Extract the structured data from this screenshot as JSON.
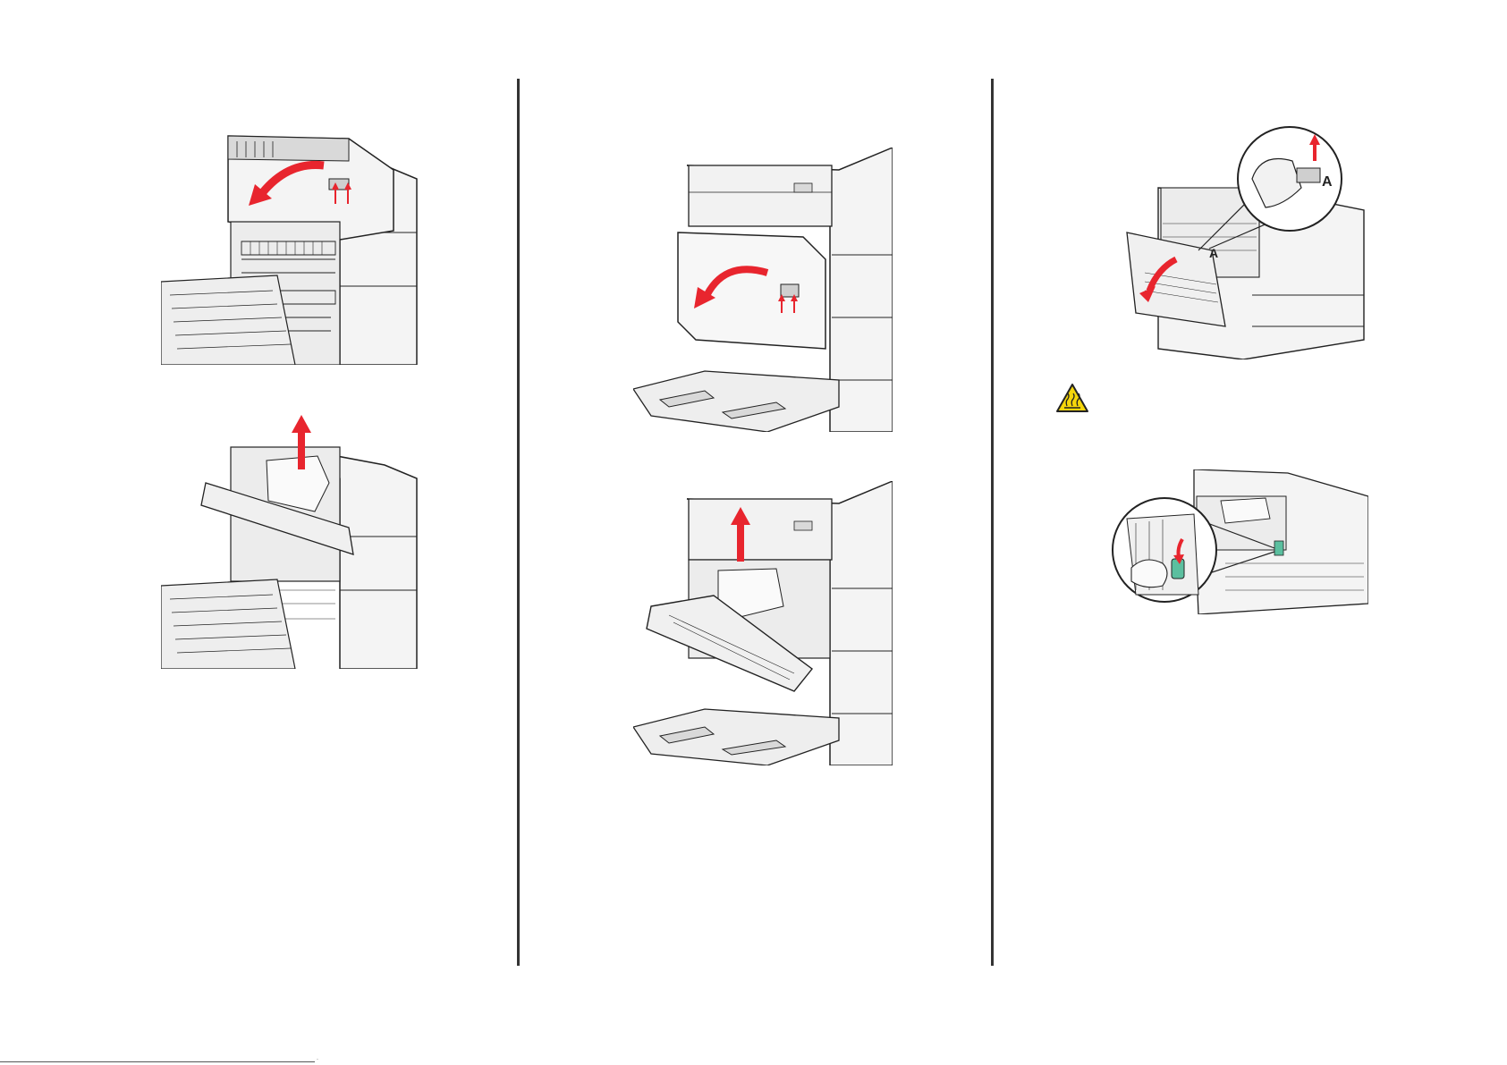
{
  "page": {
    "background": "#ffffff"
  },
  "colors": {
    "arrow_red": "#e8252e",
    "outline": "#222222",
    "body_fill": "#f4f4f4",
    "shade": "#d9d9d9",
    "latch_green": "#5bbf9f",
    "caution_yellow": "#f5d60a"
  },
  "illustrations": [
    {
      "name": "open-top-cover",
      "icon": "curved-arrow-down"
    },
    {
      "name": "remove-jammed-paper-top",
      "icon": "arrow-up"
    },
    {
      "name": "open-door-a",
      "icon": "curved-arrow-down"
    },
    {
      "name": "remove-jammed-paper-door-a",
      "icon": "arrow-up"
    },
    {
      "name": "open-door-a-closeup",
      "icon": "curved-arrow-down",
      "label": "A"
    },
    {
      "name": "turn-knob-closeup",
      "icon": "arrow-down"
    }
  ],
  "caution": {
    "icon": "hot-surface-icon"
  },
  "footer": {
    "mark": "."
  }
}
